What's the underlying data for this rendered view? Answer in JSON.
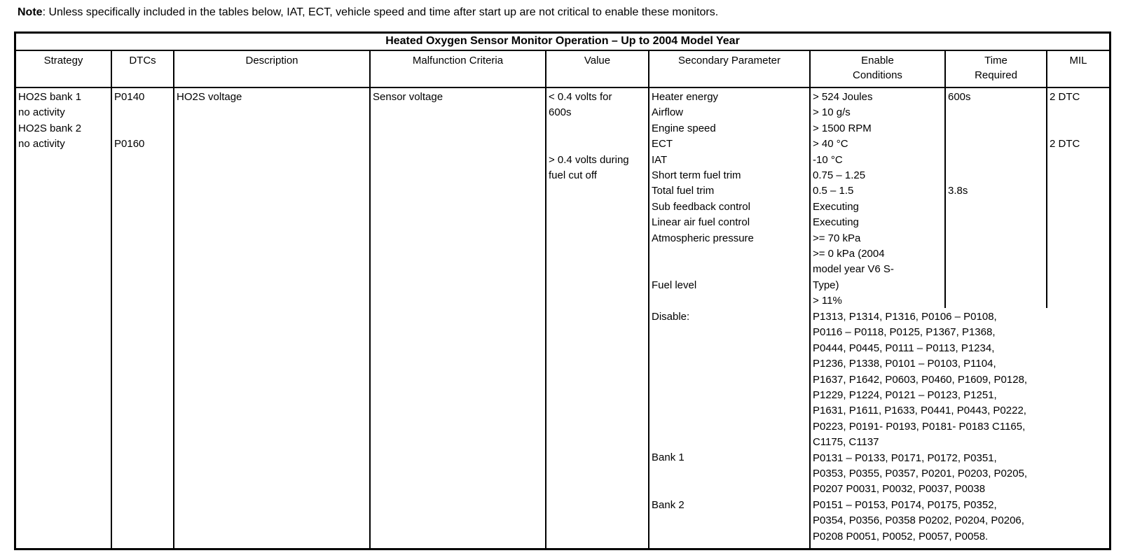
{
  "note": {
    "label": "Note",
    "text": ": Unless specifically included in the tables below, IAT, ECT, vehicle speed and time after start up are not critical to enable these monitors."
  },
  "table": {
    "title": "Heated Oxygen Sensor Monitor Operation – Up to 2004 Model Year",
    "headers": [
      "Strategy",
      "DTCs",
      "Description",
      "Malfunction Criteria",
      "Value",
      "Secondary Parameter",
      "Enable\nConditions",
      "Time\nRequired",
      "MIL"
    ],
    "row": {
      "strategy": "HO2S bank 1\nno activity\nHO2S bank 2\nno activity",
      "dtcs": "P0140\n\n\nP0160",
      "description": "HO2S voltage",
      "malfunction_criteria": "Sensor voltage",
      "value": "< 0.4 volts for\n600s\n\n\n> 0.4 volts during\nfuel cut off",
      "secondary_parameter": "Heater energy\nAirflow\nEngine speed\nECT\nIAT\nShort term fuel trim\nTotal fuel trim\nSub feedback control\nLinear air fuel control\nAtmospheric pressure\n\n\nFuel level\n\nDisable:\n\n\n\n\n\n\n\n\nBank 1\n\n\nBank 2",
      "enable_conditions": "> 524 Joules\n> 10 g/s\n> 1500 RPM\n> 40 °C\n-10 °C\n0.75 – 1.25\n0.5 – 1.5\nExecuting\nExecuting\n>= 70 kPa\n>= 0 kPa (2004\nmodel year V6 S-\nType)\n> 11%",
      "time_required": "600s\n\n\n\n\n\n3.8s",
      "mil": "2 DTC\n\n\n2 DTC",
      "disable_and_bank_codes": "P1313, P1314, P1316, P0106 – P0108,\nP0116 – P0118, P0125, P1367, P1368,\nP0444, P0445, P0111 – P0113, P1234,\nP1236, P1338, P0101 – P0103, P1104,\nP1637, P1642, P0603, P0460, P1609, P0128,\nP1229, P1224, P0121 – P0123, P1251,\nP1631, P1611, P1633, P0441, P0443, P0222,\nP0223, P0191- P0193, P0181- P0183 C1165,\nC1175, C1137\nP0131 – P0133, P0171, P0172, P0351,\nP0353, P0355, P0357, P0201, P0203, P0205,\nP0207 P0031, P0032, P0037, P0038\nP0151 – P0153, P0174, P0175, P0352,\nP0354, P0356, P0358 P0202, P0204, P0206,\nP0208 P0051, P0052, P0057, P0058."
    }
  }
}
